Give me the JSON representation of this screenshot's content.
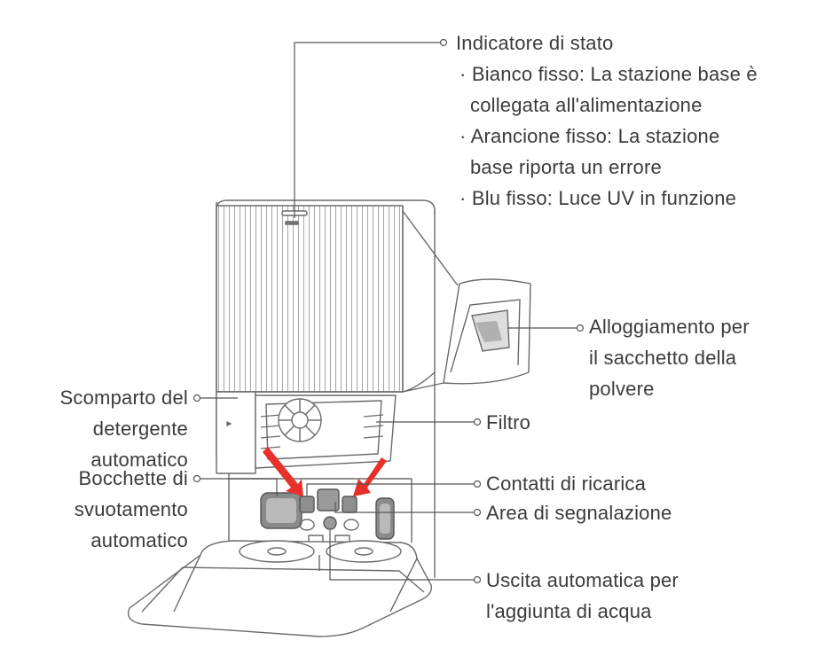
{
  "labels": {
    "status_indicator": {
      "title": "Indicatore di stato",
      "line1": "· Bianco fisso: La stazione base è",
      "line2": "collegata all'alimentazione",
      "line3": "· Arancione fisso: La stazione",
      "line4": "base riporta un errore",
      "line5": "· Blu fisso: Luce UV in funzione"
    },
    "dust_bag": {
      "line1": "Alloggiamento per",
      "line2": "il sacchetto della",
      "line3": "polvere"
    },
    "detergent": {
      "line1": "Scomparto del",
      "line2": "detergente",
      "line3": "automatico"
    },
    "filter": {
      "line1": "Filtro"
    },
    "nozzles": {
      "line1": "Bocchette di",
      "line2": "svuotamento",
      "line3": "automatico"
    },
    "charging": {
      "line1": "Contatti di ricarica"
    },
    "signal": {
      "line1": "Area di segnalazione"
    },
    "water_outlet": {
      "line1": "Uscita automatica per",
      "line2": "l'aggiunta di acqua"
    }
  },
  "colors": {
    "line": "#555555",
    "drawing": "#6a6a6a",
    "arrow": "#e8302a",
    "text": "#3b3b3b"
  }
}
